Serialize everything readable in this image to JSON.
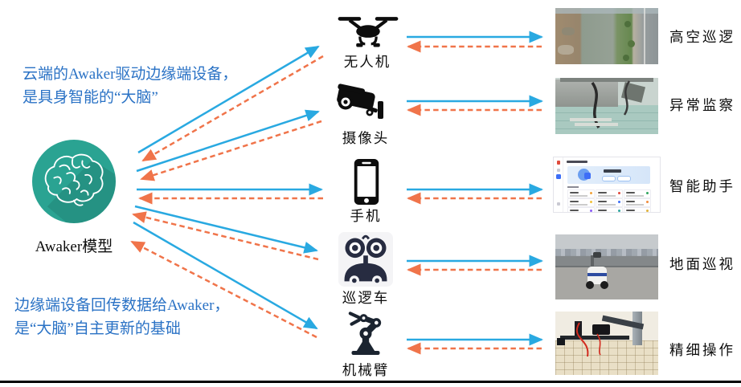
{
  "diagram_title": "Awaker cloud-edge embodied intelligence loop",
  "annotations": {
    "top": {
      "line1": "云端的Awaker驱动边缘端设备，",
      "line2": "是具身智能的“大脑”"
    },
    "bottom": {
      "line1": "边缘端设备回传数据给Awaker，",
      "line2": "是“大脑”自主更新的基础"
    }
  },
  "model": {
    "label": "Awaker模型",
    "icon": "brain-icon"
  },
  "devices": [
    {
      "label": "无人机",
      "icon": "drone-icon"
    },
    {
      "label": "摄像头",
      "icon": "cctv-camera-icon"
    },
    {
      "label": "手机",
      "icon": "smartphone-icon"
    },
    {
      "label": "巡逻车",
      "icon": "patrol-robot-icon"
    },
    {
      "label": "机械臂",
      "icon": "robot-arm-icon"
    }
  ],
  "applications": [
    {
      "label": "高空巡逻",
      "image": "aerial-river-photo"
    },
    {
      "label": "异常监察",
      "image": "industrial-equipment-photo"
    },
    {
      "label": "智能助手",
      "image": "assistant-app-screenshot"
    },
    {
      "label": "地面巡视",
      "image": "ground-patrol-robot-photo"
    },
    {
      "label": "精细操作",
      "image": "robot-arm-workbench-photo"
    }
  ],
  "legend": {
    "cloud_to_edge_arrow": "solid blue",
    "edge_to_cloud_arrow": "dashed orange"
  },
  "colors": {
    "cloud_to_edge_blue": "#29a9e1",
    "edge_to_cloud_orange": "#f0744a",
    "model_circle_teal": "#2aa392",
    "annotation_blue": "#2a72c5",
    "icon_black": "#0d0d0d",
    "patrol_icon_navy": "#272c41"
  }
}
